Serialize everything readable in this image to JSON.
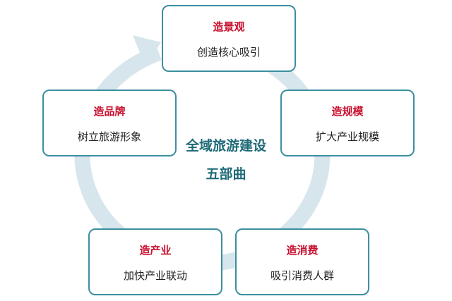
{
  "center": {
    "line1": "全域旅游建设",
    "line2": "五部曲"
  },
  "nodes": [
    {
      "title": "造景观",
      "desc": "创造核心吸引"
    },
    {
      "title": "造规模",
      "desc": "扩大产业规模"
    },
    {
      "title": "造消费",
      "desc": "吸引消费人群"
    },
    {
      "title": "造产业",
      "desc": "加快产业联动"
    },
    {
      "title": "造品牌",
      "desc": "树立旅游形象"
    }
  ],
  "colors": {
    "box_border": "#3b8fa0",
    "title": "#c8102e",
    "center_text": "#1f6b78",
    "ring": "#d6e6ec"
  }
}
